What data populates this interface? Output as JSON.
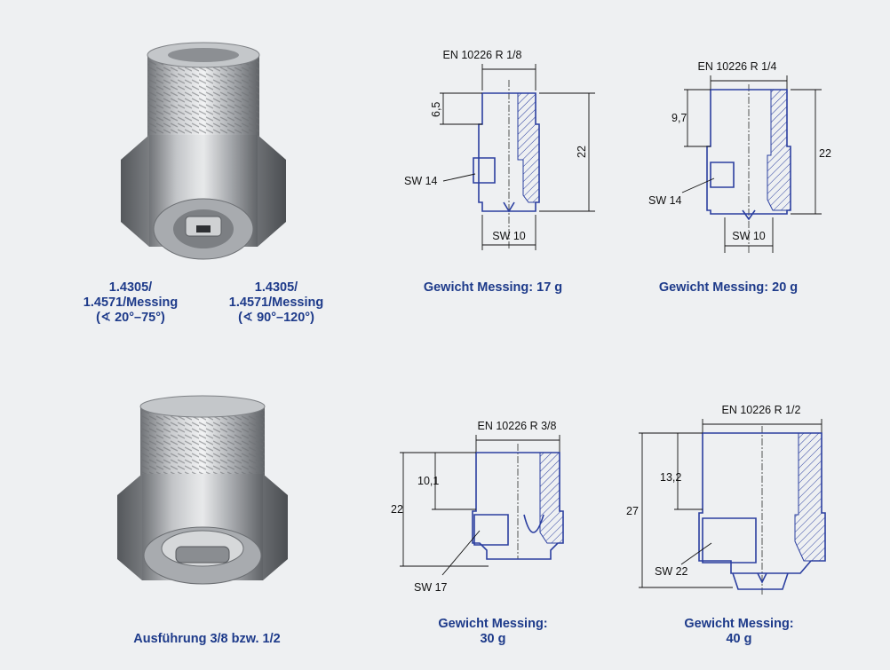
{
  "captions": {
    "nozzle_1a": [
      "1.4305/",
      "1.4571/Messing",
      "(∢ 20°–75°)"
    ],
    "nozzle_1b": [
      "1.4305/",
      "1.4571/Messing",
      "(∢ 90°–120°)"
    ],
    "weight_1_8": "Gewicht Messing: 17 g",
    "weight_1_4": "Gewicht Messing: 20 g",
    "nozzle_2": "Ausführung 3/8 bzw. 1/2",
    "weight_3_8": [
      "Gewicht Messing:",
      "30 g"
    ],
    "weight_1_2": [
      "Gewicht Messing:",
      "40 g"
    ]
  },
  "drawings": {
    "d1": {
      "thread": "EN 10226 R 1/8",
      "depth": "6,5",
      "height": "22",
      "wrench_hex": "SW 14",
      "wrench_flat": "SW 10"
    },
    "d2": {
      "thread": "EN 10226 R 1/4",
      "depth": "9,7",
      "height": "22",
      "wrench_hex": "SW 14",
      "wrench_flat": "SW 10"
    },
    "d3": {
      "thread": "EN 10226 R 3/8",
      "depth": "10,1",
      "height": "22",
      "wrench_hex": "SW 17"
    },
    "d4": {
      "thread": "EN 10226 R 1/2",
      "depth": "13,2",
      "height": "27",
      "wrench_hex": "SW 22"
    }
  },
  "colors": {
    "background": "#eef0f2",
    "caption": "#1d3a8a",
    "drawing_line": "#2b3fa0"
  }
}
